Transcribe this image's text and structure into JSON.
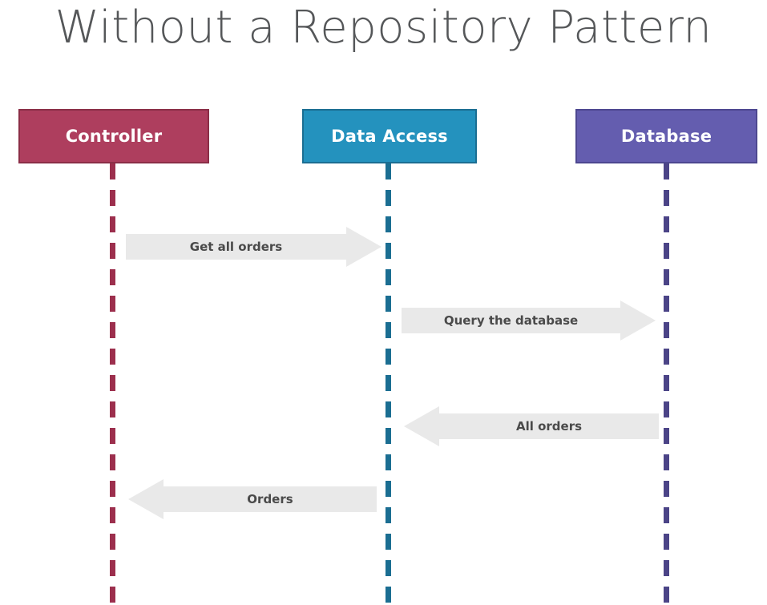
{
  "title": "Without a Repository Pattern",
  "colors": {
    "controller_fill": "#ae3e5e",
    "controller_border": "#8b2e47",
    "controller_lifeline": "#9c2f4d",
    "data_access_fill": "#2492be",
    "data_access_border": "#1b6e92",
    "data_access_lifeline": "#1b6e92",
    "database_fill": "#645daf",
    "database_border": "#4d4790",
    "database_lifeline": "#4b4487",
    "arrow_fill": "#e9e9e9",
    "arrow_text": "#4a4a4a",
    "title_text": "#555759",
    "background": "#ffffff"
  },
  "diagram": {
    "type": "sequence-diagram",
    "participants": [
      {
        "id": "controller",
        "label": "Controller"
      },
      {
        "id": "data_access",
        "label": "Data Access"
      },
      {
        "id": "database",
        "label": "Database"
      }
    ],
    "messages": [
      {
        "label": "Get all orders",
        "from": "controller",
        "to": "data_access",
        "direction": "right"
      },
      {
        "label": "Query the database",
        "from": "data_access",
        "to": "database",
        "direction": "right"
      },
      {
        "label": "All orders",
        "from": "database",
        "to": "data_access",
        "direction": "left"
      },
      {
        "label": "Orders",
        "from": "data_access",
        "to": "controller",
        "direction": "left"
      }
    ]
  }
}
